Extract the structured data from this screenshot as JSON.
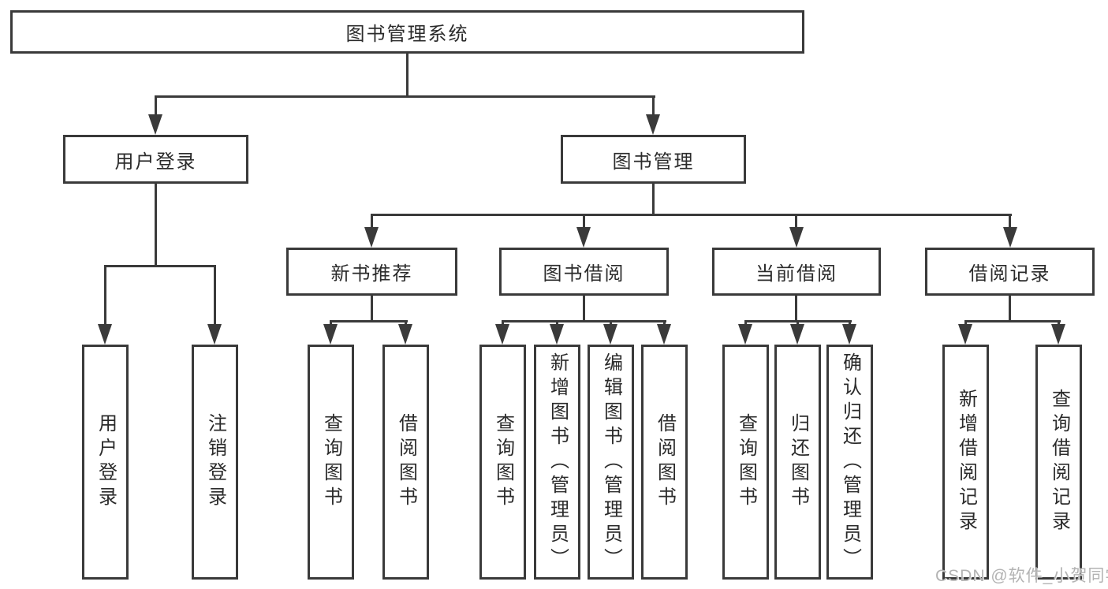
{
  "diagram": {
    "type": "hierarchy-tree",
    "title": "图书管理系统",
    "colors": {
      "line": "#3a3a3a",
      "text": "#2b2b2b",
      "watermark": "#b3b3b3",
      "background": "#ffffff"
    },
    "root": {
      "label": "图书管理系统"
    },
    "level2": [
      {
        "label": "用户登录"
      },
      {
        "label": "图书管理"
      }
    ],
    "level3": [
      {
        "label": "新书推荐"
      },
      {
        "label": "图书借阅"
      },
      {
        "label": "当前借阅"
      },
      {
        "label": "借阅记录"
      }
    ],
    "leaves": {
      "user_login": [
        "用户登录",
        "注销登录"
      ],
      "new_books": [
        "查询图书",
        "借阅图书"
      ],
      "book_borrow": [
        "查询图书",
        "新增图书（管理员）",
        "编辑图书（管理员）",
        "借阅图书"
      ],
      "current_borrow": [
        "查询图书",
        "归还图书",
        "确认归还（管理员）"
      ],
      "borrow_records": [
        "新增借阅记录",
        "查询借阅记录"
      ]
    },
    "watermark": "CSDN @软件_小贺同学"
  }
}
